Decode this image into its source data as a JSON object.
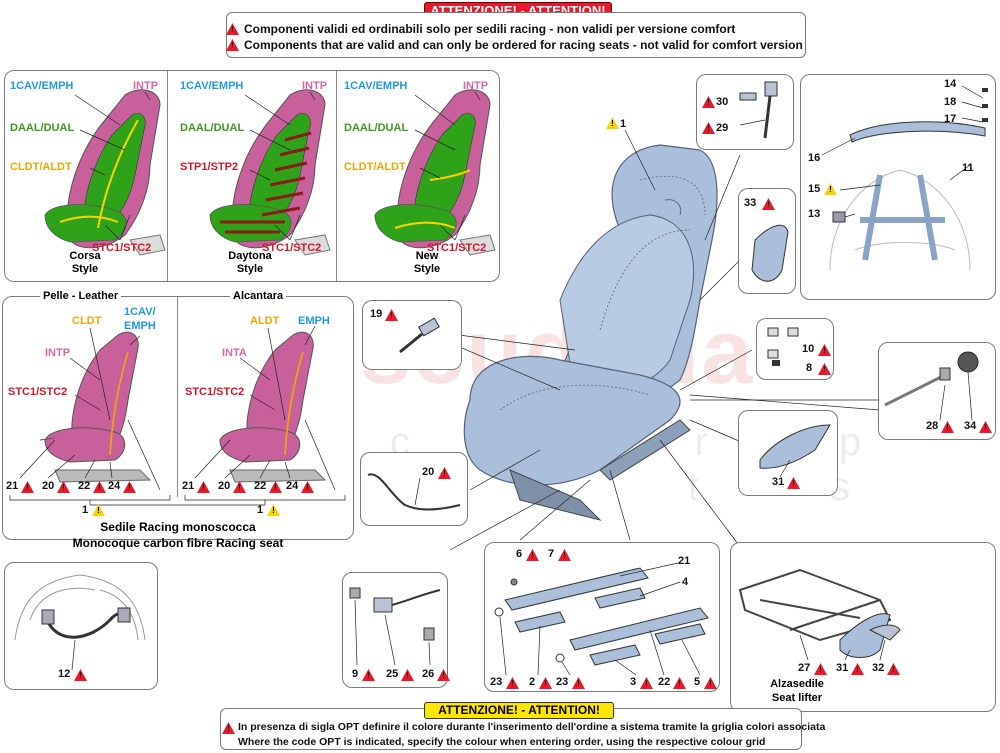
{
  "top_notice": {
    "banner": "ATTENZIONE! - ATTENTION!",
    "line_it": "Componenti validi ed ordinabili solo per sedili  racing - non validi per versione  comfort",
    "line_en": "Components that are valid and can only be ordered for racing  seats - not valid for comfort version"
  },
  "bottom_notice": {
    "banner": "ATTENZIONE! - ATTENTION!",
    "line_it": "In presenza di sigla OPT definire il colore durante l'inserimento dell'ordine a sistema tramite la griglia colori associata",
    "line_en": "Where the code OPT is indicated, specify the colour when entering order, using the respective colour grid"
  },
  "styles_panel": {
    "corsa": {
      "cav": "1CAV/EMPH",
      "intp": "INTP",
      "daal": "DAAL/DUAL",
      "cldt": "CLDT/ALDT",
      "stc": "STC1/STC2",
      "name1": "Corsa",
      "name2": "Style"
    },
    "daytona": {
      "cav": "1CAV/EMPH",
      "intp": "INTP",
      "daal": "DAAL/DUAL",
      "stp": "STP1/STP2",
      "stc": "STC1/STC2",
      "name1": "Daytona",
      "name2": "Style"
    },
    "new": {
      "cav": "1CAV/EMPH",
      "intp": "INTP",
      "daal": "DAAL/DUAL",
      "cldt": "CLDT/ALDT",
      "stc": "STC1/STC2",
      "name1": "New",
      "name2": "Style"
    }
  },
  "material_panel": {
    "leather_title": "Pelle - Leather",
    "alcantara_title": "Alcantara",
    "leather": {
      "cldt": "CLDT",
      "cav1": "1CAV/",
      "cav2": "EMPH",
      "intp": "INTP",
      "stc": "STC1/STC2"
    },
    "alcantara": {
      "aldt": "ALDT",
      "emph": "EMPH",
      "inta": "INTA",
      "stc": "STC1/STC2"
    },
    "nums": [
      "21",
      "20",
      "22",
      "24",
      "21",
      "20",
      "22",
      "24"
    ],
    "ref": "1",
    "caption_it": "Sedile Racing monoscocca",
    "caption_en": "Monocoque carbon fibre Racing seat"
  },
  "callouts": {
    "n1": "1",
    "n2": "2",
    "n3": "3",
    "n4": "4",
    "n5": "5",
    "n6": "6",
    "n7": "7",
    "n8": "8",
    "n9": "9",
    "n10": "10",
    "n11": "11",
    "n12": "12",
    "n13": "13",
    "n14": "14",
    "n15": "15",
    "n16": "16",
    "n17": "17",
    "n18": "18",
    "n19": "19",
    "n20": "20",
    "n21": "21",
    "n22": "22",
    "n23a": "23",
    "n23b": "23",
    "n24": "24",
    "n25": "25",
    "n26": "26",
    "n27": "27",
    "n28": "28",
    "n29": "29",
    "n30": "30",
    "n31a": "31",
    "n31b": "31",
    "n32": "32",
    "n33": "33",
    "n34": "34"
  },
  "seat_lifter": {
    "it": "Alzasedile",
    "en": "Seat lifter"
  },
  "watermark": {
    "main": "scuderia",
    "sub": "c a r p a r t s"
  },
  "colors": {
    "alert_red": "#e8192c",
    "warn_yellow": "#ffe600",
    "seat_blue": "#a9bfdc",
    "trim_pink": "#c86aa0",
    "trim_green": "#3aa520"
  }
}
